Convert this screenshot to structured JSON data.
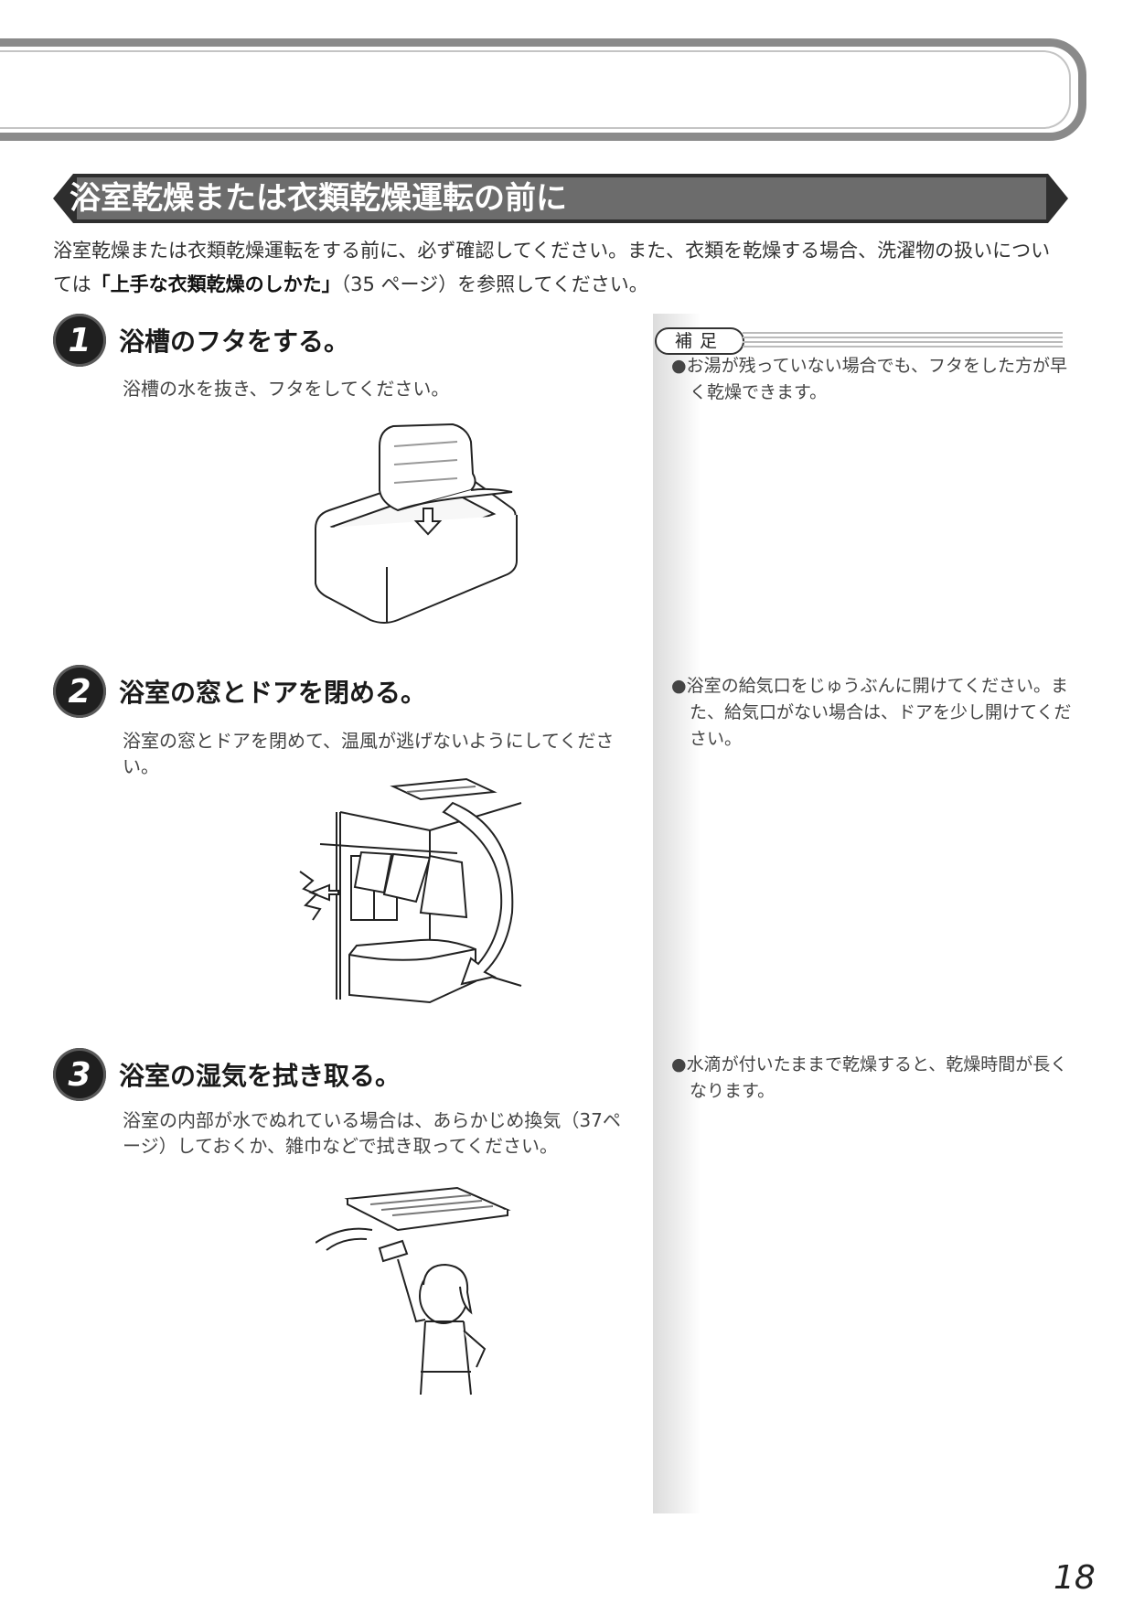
{
  "section": {
    "title": "浴室乾燥または衣類乾燥運転の前に"
  },
  "intro": {
    "text_before": "浴室乾燥または衣類乾燥運転をする前に、必ず確認してください。また、衣類を乾燥する場合、洗濯物の扱いについては",
    "reference": "「上手な衣類乾燥のしかた」",
    "text_after": "（35 ページ）を参照してください。"
  },
  "steps": [
    {
      "number": "1",
      "title": "浴槽のフタをする。",
      "body": "浴槽の水を抜き、フタをしてください。"
    },
    {
      "number": "2",
      "title": "浴室の窓とドアを閉める。",
      "body": "浴室の窓とドアを閉めて、温風が逃げないようにしてください。"
    },
    {
      "number": "3",
      "title": "浴室の湿気を拭き取る。",
      "body": "浴室の内部が水でぬれている場合は、あらかじめ換気（37ページ）しておくか、雑巾などで拭き取ってください。"
    }
  ],
  "supplement": {
    "label": "補足",
    "notes": [
      "●お湯が残っていない場合でも、フタをした方が早く乾燥できます。",
      "●浴室の給気口をじゅうぶんに開けてください。また、給気口がない場合は、ドアを少し開けてください。",
      "●水滴が付いたままで乾燥すると、乾燥時間が長くなります。"
    ]
  },
  "page_number": "18"
}
